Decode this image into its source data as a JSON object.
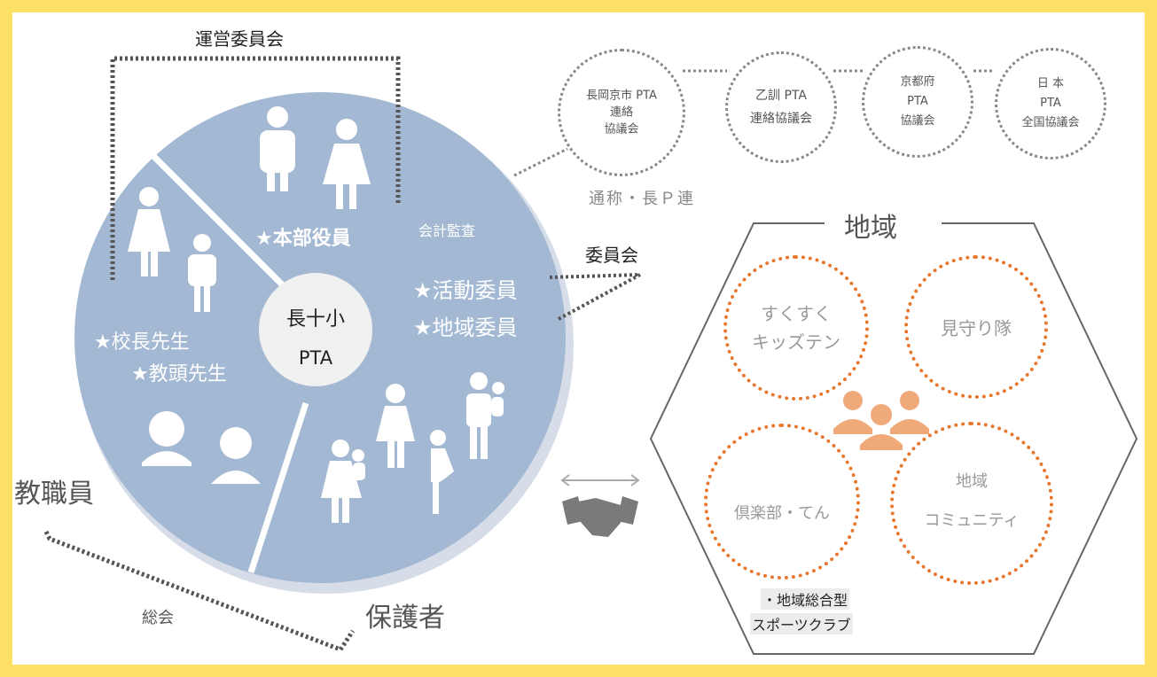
{
  "committee": {
    "steering": "運営委員会",
    "committees": "委員会",
    "general_meeting": "総会"
  },
  "center": {
    "line1": "長十小",
    "line2": "PTA"
  },
  "groups": {
    "executive": "★本部役員",
    "auditor": "会計監査",
    "activity": "★活動委員",
    "regional": "★地域委員",
    "principal": "★校長先生",
    "vice_principal": "★教頭先生",
    "staff": "教職員",
    "parents": "保護者"
  },
  "councils": [
    {
      "line1": "長岡京市 PTA",
      "line2": "連絡",
      "line3": "協議会"
    },
    {
      "line1": "乙訓 PTA",
      "line2": "連絡協議会"
    },
    {
      "line1": "京都府",
      "line2": "PTA",
      "line3": "協議会"
    },
    {
      "line1": "日 本",
      "line2": "PTA",
      "line3": "全国協議会"
    }
  ],
  "council_note": "通称・長Ｐ連",
  "region": {
    "title": "地域",
    "circles": [
      {
        "line1": "すくすく",
        "line2": "キッズテン"
      },
      {
        "line1": "見守り隊"
      },
      {
        "line1": "倶楽部・てん"
      },
      {
        "line1": "地域",
        "line2": "コミュニティ"
      }
    ],
    "note_line1": "・地域総合型",
    "note_line2": "スポーツクラブ"
  },
  "colors": {
    "border": "#ffe066",
    "pie": "#a3b8d2",
    "orange": "#e8772e",
    "people_orange": "#f0aa7a"
  }
}
